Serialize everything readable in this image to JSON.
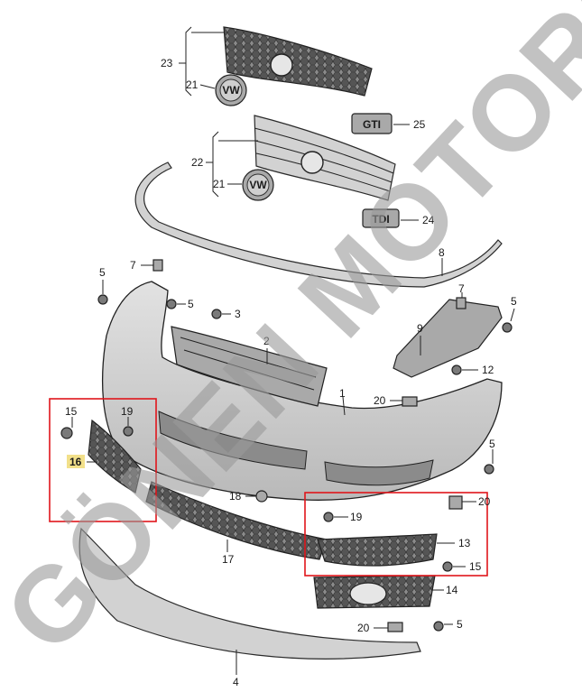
{
  "watermark": "GÖNEN MOTORS",
  "emblems": {
    "vw": "VW",
    "gti": "GTI",
    "tdi": "TDI"
  },
  "callouts": [
    {
      "id": "c23",
      "label": "23"
    },
    {
      "id": "c21a",
      "label": "21"
    },
    {
      "id": "c25",
      "label": "25"
    },
    {
      "id": "c22",
      "label": "22"
    },
    {
      "id": "c21b",
      "label": "21"
    },
    {
      "id": "c24",
      "label": "24"
    },
    {
      "id": "c8",
      "label": "8"
    },
    {
      "id": "c7a",
      "label": "7"
    },
    {
      "id": "c5a",
      "label": "5"
    },
    {
      "id": "c5b",
      "label": "5"
    },
    {
      "id": "c3",
      "label": "3"
    },
    {
      "id": "c7b",
      "label": "7"
    },
    {
      "id": "c5c",
      "label": "5"
    },
    {
      "id": "c9",
      "label": "9"
    },
    {
      "id": "c2",
      "label": "2"
    },
    {
      "id": "c12",
      "label": "12"
    },
    {
      "id": "c1",
      "label": "1"
    },
    {
      "id": "c20a",
      "label": "20"
    },
    {
      "id": "c15a",
      "label": "15"
    },
    {
      "id": "c19a",
      "label": "19"
    },
    {
      "id": "c16",
      "label": "16"
    },
    {
      "id": "c5d",
      "label": "5"
    },
    {
      "id": "c18",
      "label": "18"
    },
    {
      "id": "c20b",
      "label": "20"
    },
    {
      "id": "c19b",
      "label": "19"
    },
    {
      "id": "c17",
      "label": "17"
    },
    {
      "id": "c13",
      "label": "13"
    },
    {
      "id": "c15b",
      "label": "15"
    },
    {
      "id": "c14",
      "label": "14"
    },
    {
      "id": "c20c",
      "label": "20"
    },
    {
      "id": "c5e",
      "label": "5"
    },
    {
      "id": "c4",
      "label": "4"
    }
  ],
  "colors": {
    "highlight_box": "#e0151b",
    "highlight_label": "#f2e08a"
  }
}
